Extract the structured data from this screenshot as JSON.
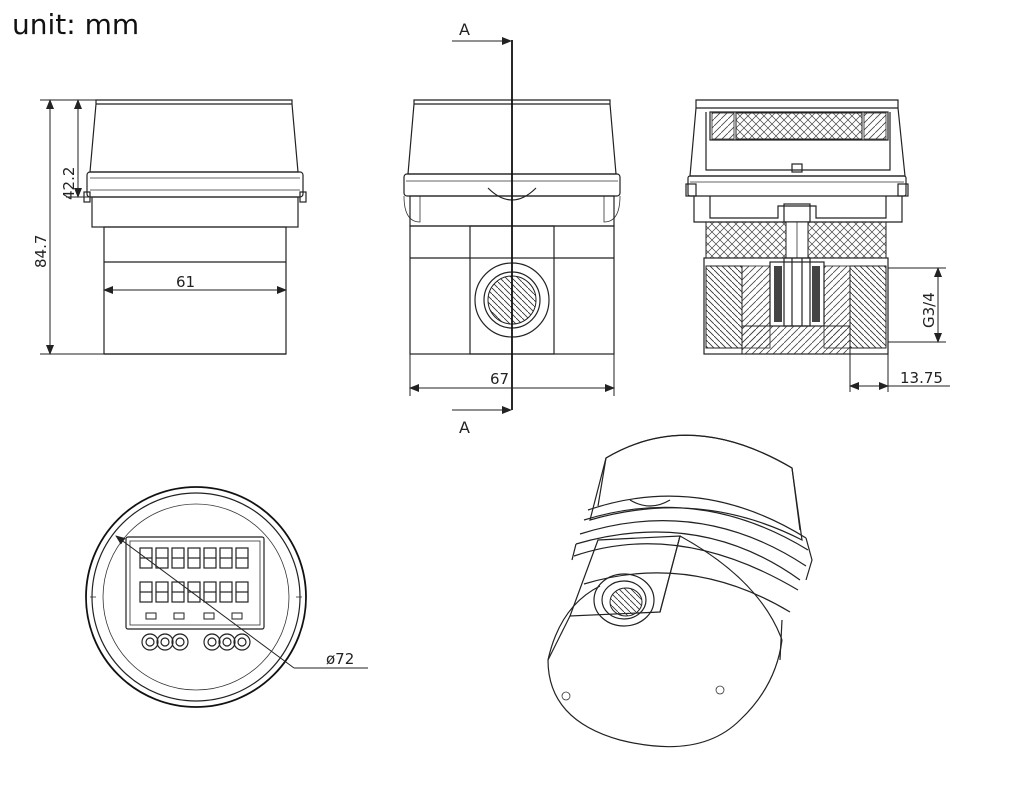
{
  "unit_label": "unit: mm",
  "dimensions": {
    "total_height": "84.7",
    "cover_height": "42.2",
    "side_width": "61",
    "front_width": "67",
    "thread": "G3/4",
    "thread_depth": "13.75",
    "diameter": "ø72"
  },
  "section_marks": {
    "top": "A",
    "bottom": "A"
  },
  "colors": {
    "line": "#222222",
    "background": "#ffffff",
    "hatch": "#444444"
  }
}
